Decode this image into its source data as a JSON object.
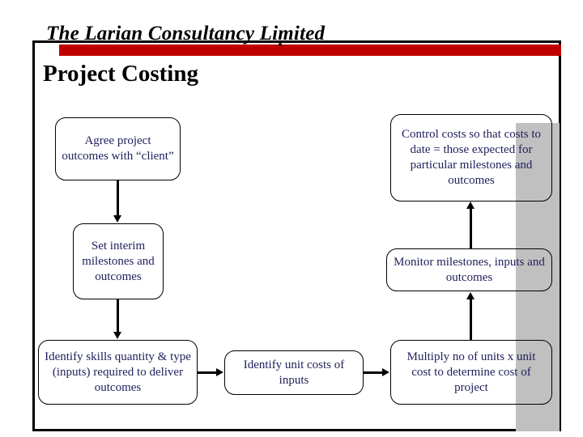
{
  "slide": {
    "banner_title": "The Larian Consultancy Limited",
    "page_title": "Project Costing",
    "accent_red": "#c00000",
    "text_navy": "#1f1f5c",
    "band_gray": "#c0c0c0",
    "frame_border": "#000000"
  },
  "diagram": {
    "type": "flowchart",
    "nodes": [
      {
        "id": "agree",
        "label": "Agree project outcomes with “client”"
      },
      {
        "id": "interim",
        "label": "Set interim milestones and outcomes"
      },
      {
        "id": "identify",
        "label": "Identify skills quantity & type (inputs) required to deliver outcomes"
      },
      {
        "id": "unitcosts",
        "label": "Identify unit costs of inputs"
      },
      {
        "id": "multiply",
        "label": "Multiply no of units x unit cost to determine cost of project"
      },
      {
        "id": "monitor",
        "label": "Monitor milestones, inputs and outcomes"
      },
      {
        "id": "control",
        "label": "Control costs so that costs to date = those expected for particular milestones and outcomes"
      }
    ],
    "edges": [
      {
        "from": "agree",
        "to": "interim"
      },
      {
        "from": "interim",
        "to": "identify"
      },
      {
        "from": "identify",
        "to": "unitcosts"
      },
      {
        "from": "unitcosts",
        "to": "multiply"
      },
      {
        "from": "multiply",
        "to": "monitor"
      },
      {
        "from": "monitor",
        "to": "control"
      }
    ]
  }
}
